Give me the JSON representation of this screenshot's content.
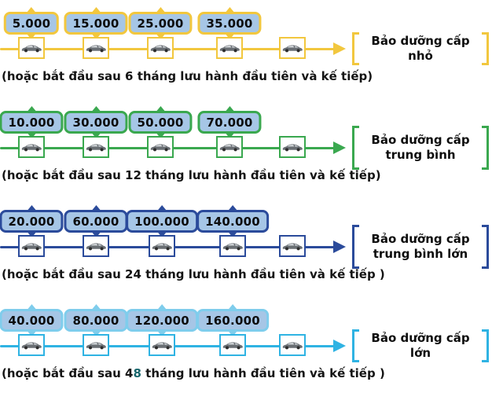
{
  "palette": {
    "label_fill": "#a6c6e6",
    "row_small_yellow": "#f2c73e",
    "row_medium_green": "#3aa84f",
    "row_medium_large_navy": "#2b4b9b",
    "row_large_cyan": "#2fb3e3",
    "caption_text": "#141414",
    "caption_highlight_teal": "#17656b"
  },
  "icons": {
    "car": "sedan-car-icon",
    "arrow": "right-arrowhead",
    "bracket": "square-bracket"
  },
  "rows": [
    {
      "milestones": [
        "5.000",
        "15.000",
        "25.000",
        "35.000"
      ],
      "caption": {
        "pre": "(hoặc bắt đầu sau 6 tháng lưu hành đầu tiên và kế tiếp)",
        "hl": "",
        "post": ""
      },
      "bracket": {
        "line1": "Bảo dưỡng cấp nhỏ",
        "line2": ""
      }
    },
    {
      "milestones": [
        "10.000",
        "30.000",
        "50.000",
        "70.000"
      ],
      "caption": {
        "pre": "(hoặc bắt đầu sau 12 tháng lưu hành đầu tiên và kế tiếp)",
        "hl": "",
        "post": ""
      },
      "bracket": {
        "line1": "Bảo dưỡng cấp",
        "line2": "trung bình"
      }
    },
    {
      "milestones": [
        "20.000",
        "60.000",
        "100.000",
        "140.000"
      ],
      "caption": {
        "pre": "(hoặc bắt đầu sau 24 tháng lưu hành đầu tiên và kế tiếp )",
        "hl": "",
        "post": ""
      },
      "bracket": {
        "line1": "Bảo dưỡng cấp",
        "line2": "trung bình lớn"
      }
    },
    {
      "milestones": [
        "40.000",
        "80.000",
        "120.000",
        "160.000"
      ],
      "caption": {
        "pre": "(hoặc bắt đầu sau 4",
        "hl": "8",
        "post": " tháng lưu hành đầu tiên và kế tiếp )"
      },
      "bracket": {
        "line1": "Bảo dưỡng cấp lớn",
        "line2": ""
      }
    }
  ]
}
